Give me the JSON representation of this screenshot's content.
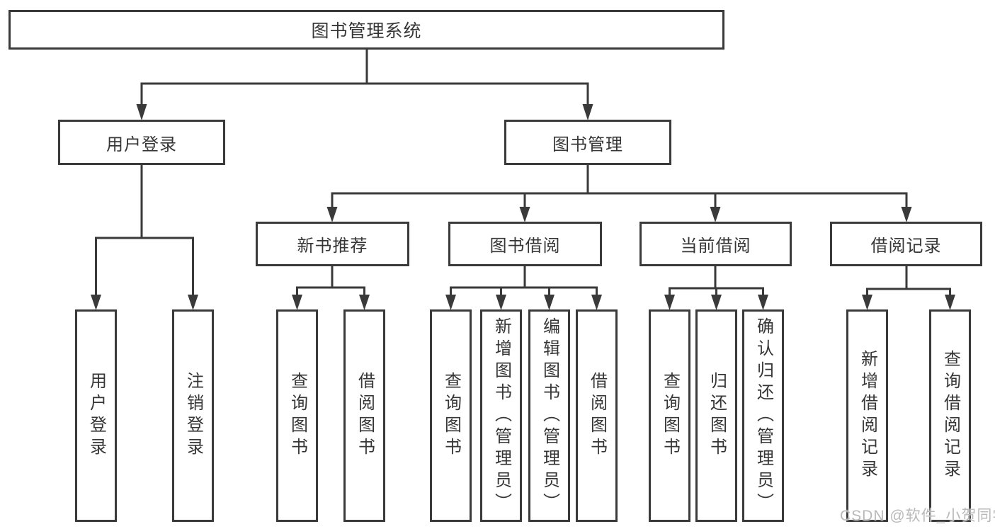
{
  "tree": {
    "root": {
      "label": "图书管理系统"
    },
    "branches": [
      {
        "label": "用户登录",
        "leaves": [
          {
            "label": "用户登录"
          },
          {
            "label": "注销登录"
          }
        ]
      },
      {
        "label": "图书管理",
        "children": [
          {
            "label": "新书推荐",
            "leaves": [
              {
                "label": "查询图书"
              },
              {
                "label": "借阅图书"
              }
            ]
          },
          {
            "label": "图书借阅",
            "leaves": [
              {
                "label": "查询图书"
              },
              {
                "label": "新增图书（管理员）"
              },
              {
                "label": "编辑图书（管理员）"
              },
              {
                "label": "借阅图书"
              }
            ]
          },
          {
            "label": "当前借阅",
            "leaves": [
              {
                "label": "查询图书"
              },
              {
                "label": "归还图书"
              },
              {
                "label": "确认归还（管理员）"
              }
            ]
          },
          {
            "label": "借阅记录",
            "leaves": [
              {
                "label": "新增借阅记录"
              },
              {
                "label": "查询借阅记录"
              }
            ]
          }
        ]
      }
    ]
  },
  "watermark": {
    "text": "CSDN @软件_小贺同学"
  },
  "colors": {
    "line": "#3a3a3a",
    "text": "#363636",
    "watermark": "#b9b9b9",
    "background": "#ffffff"
  }
}
